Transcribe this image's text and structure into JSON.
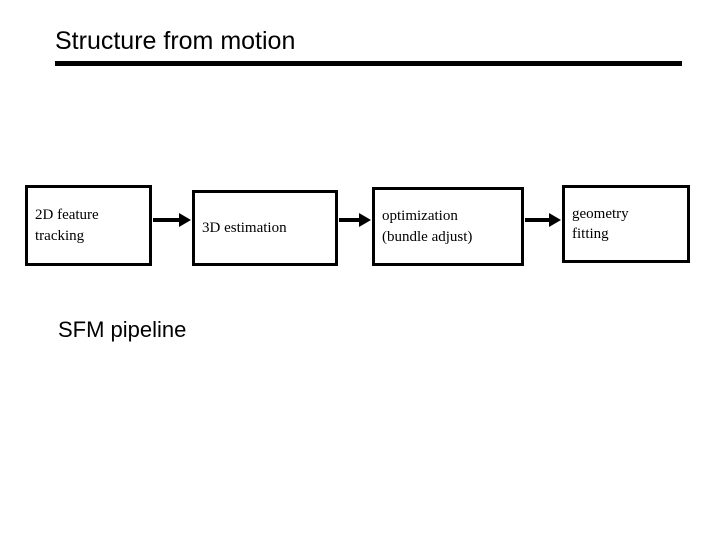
{
  "slide": {
    "title": "Structure from motion",
    "caption": "SFM pipeline",
    "accent_color": "#000000",
    "background_color": "#ffffff"
  },
  "diagram": {
    "type": "flowchart",
    "direction": "left-to-right",
    "nodes": [
      {
        "id": "node-1",
        "lines": [
          "2D feature",
          "tracking"
        ],
        "line1": "2D feature",
        "line2": "tracking"
      },
      {
        "id": "node-2",
        "lines": [
          "3D estimation"
        ],
        "line1": "3D estimation",
        "line2": ""
      },
      {
        "id": "node-3",
        "lines": [
          "optimization",
          "(bundle adjust)"
        ],
        "line1": "optimization",
        "line2": "(bundle adjust)"
      },
      {
        "id": "node-4",
        "lines": [
          "geometry",
          "fitting"
        ],
        "line1": "geometry",
        "line2": "fitting"
      }
    ],
    "connectors": [
      {
        "id": "arrow-1",
        "from": "node-1",
        "to": "node-2",
        "glyph": "arrow-right-icon"
      },
      {
        "id": "arrow-2",
        "from": "node-2",
        "to": "node-3",
        "glyph": "arrow-right-icon"
      },
      {
        "id": "arrow-3",
        "from": "node-3",
        "to": "node-4",
        "glyph": "arrow-right-icon"
      }
    ]
  }
}
